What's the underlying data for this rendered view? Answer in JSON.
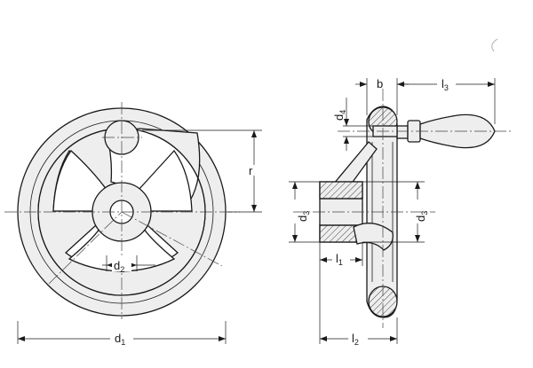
{
  "front_view": {
    "dims": {
      "d1": {
        "main": "d",
        "sub": "1"
      },
      "d2": {
        "main": "d",
        "sub": "2"
      },
      "r": {
        "main": "r",
        "sub": ""
      }
    }
  },
  "side_view": {
    "dims": {
      "b": {
        "main": "b",
        "sub": ""
      },
      "l3": {
        "main": "l",
        "sub": "3"
      },
      "d4": {
        "main": "d",
        "sub": "4"
      },
      "d3_left": {
        "main": "d",
        "sub": "3"
      },
      "d3_right": {
        "main": "d",
        "sub": "3"
      },
      "l1": {
        "main": "l",
        "sub": "1"
      },
      "l2": {
        "main": "l",
        "sub": "2"
      }
    }
  }
}
